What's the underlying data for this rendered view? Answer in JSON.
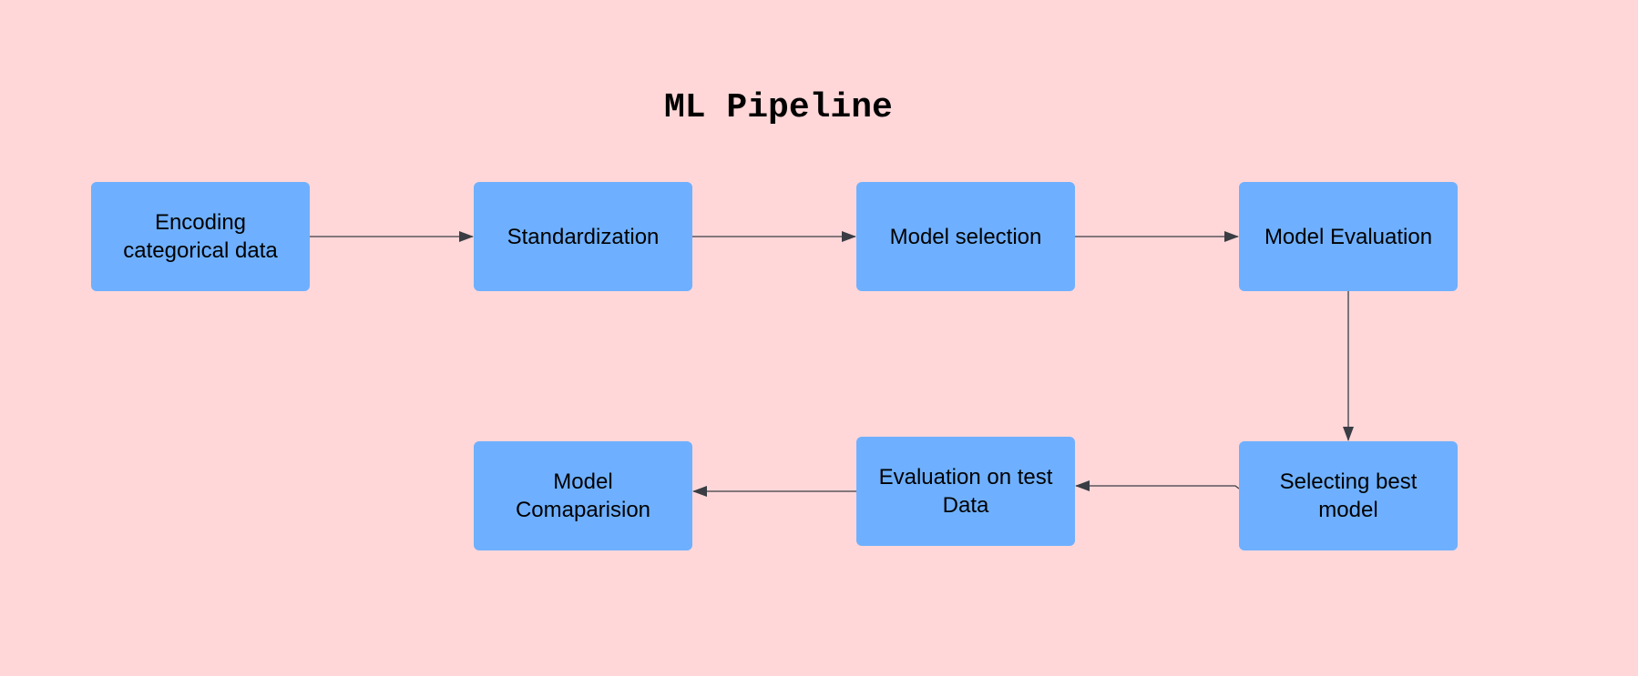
{
  "diagram": {
    "title": "ML Pipeline",
    "nodes": [
      {
        "id": "encoding",
        "label": "Encoding\ncategorical data"
      },
      {
        "id": "standardization",
        "label": "Standardization"
      },
      {
        "id": "model-selection",
        "label": "Model selection"
      },
      {
        "id": "model-evaluation",
        "label": "Model Evaluation"
      },
      {
        "id": "selecting-best-model",
        "label": "Selecting best\nmodel"
      },
      {
        "id": "evaluation-on-test-data",
        "label": "Evaluation on test\nData"
      },
      {
        "id": "model-comparision",
        "label": "Model\nComaparision"
      }
    ],
    "edges": [
      {
        "from": "encoding",
        "to": "standardization"
      },
      {
        "from": "standardization",
        "to": "model-selection"
      },
      {
        "from": "model-selection",
        "to": "model-evaluation"
      },
      {
        "from": "model-evaluation",
        "to": "selecting-best-model"
      },
      {
        "from": "selecting-best-model",
        "to": "evaluation-on-test-data"
      },
      {
        "from": "evaluation-on-test-data",
        "to": "model-comparision"
      }
    ],
    "colors": {
      "background": "#ffd7d9",
      "node_fill": "#6eb0ff",
      "connector": "#3a3d44"
    }
  }
}
